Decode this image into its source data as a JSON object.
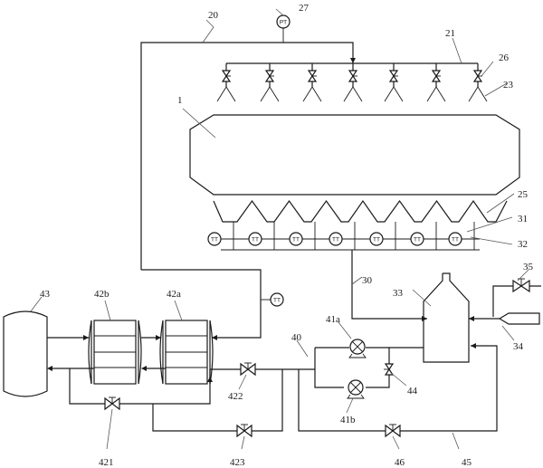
{
  "labels": {
    "l1": "1",
    "l20": "20",
    "l21": "21",
    "l23": "23",
    "l25": "25",
    "l26": "26",
    "l27": "27",
    "l30": "30",
    "l31": "31",
    "l32": "32",
    "l33": "33",
    "l34": "34",
    "l35": "35",
    "l40": "40",
    "l41a": "41a",
    "l41b": "41b",
    "l42a": "42a",
    "l42b": "42b",
    "l43": "43",
    "l44": "44",
    "l45": "45",
    "l46": "46",
    "l421": "421",
    "l422": "422",
    "l423": "423"
  },
  "instruments": {
    "pressure": "PT",
    "temperature": "TT"
  }
}
